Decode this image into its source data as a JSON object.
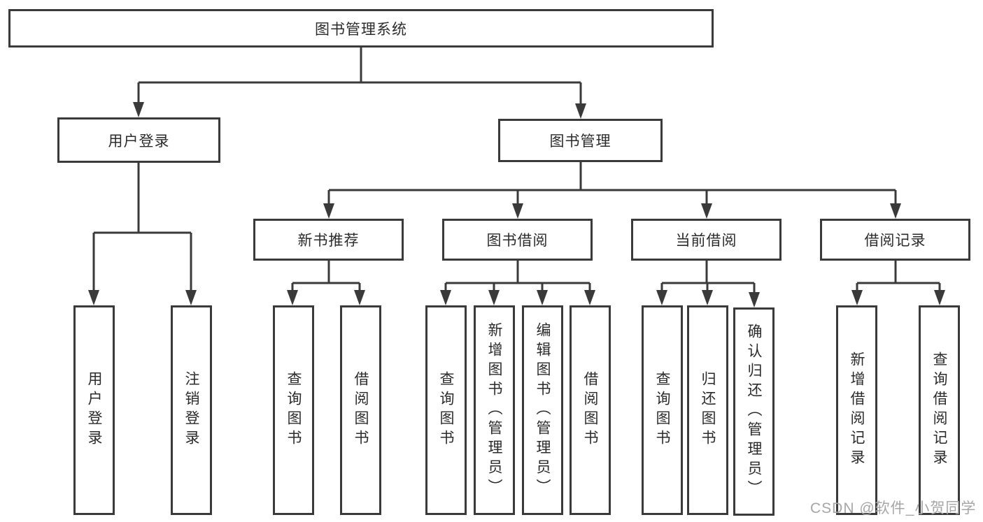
{
  "diagram": {
    "title": "图书管理系统",
    "level2": {
      "user_login": "用户登录",
      "book_management": "图书管理"
    },
    "level3": {
      "new_book_recommend": "新书推荐",
      "book_borrowing": "图书借阅",
      "current_borrowing": "当前借阅",
      "borrowing_records": "借阅记录"
    },
    "leaves": {
      "user_login": [
        "用户登录",
        "注销登录"
      ],
      "new_book_recommend": [
        "查询图书",
        "借阅图书"
      ],
      "book_borrowing": [
        "查询图书",
        "新增图书（管理员）",
        "编辑图书（管理员）",
        "借阅图书"
      ],
      "current_borrowing": [
        "查询图书",
        "归还图书",
        "确认归还（管理员）"
      ],
      "borrowing_records": [
        "新增借阅记录",
        "查询借阅记录"
      ]
    }
  },
  "watermark": {
    "text": "CSDN @软件_小贺同学"
  },
  "colors": {
    "line": "#3a3a3a",
    "text": "#2b2b2b",
    "watermark": "#a6a6a6",
    "background": "#ffffff"
  }
}
